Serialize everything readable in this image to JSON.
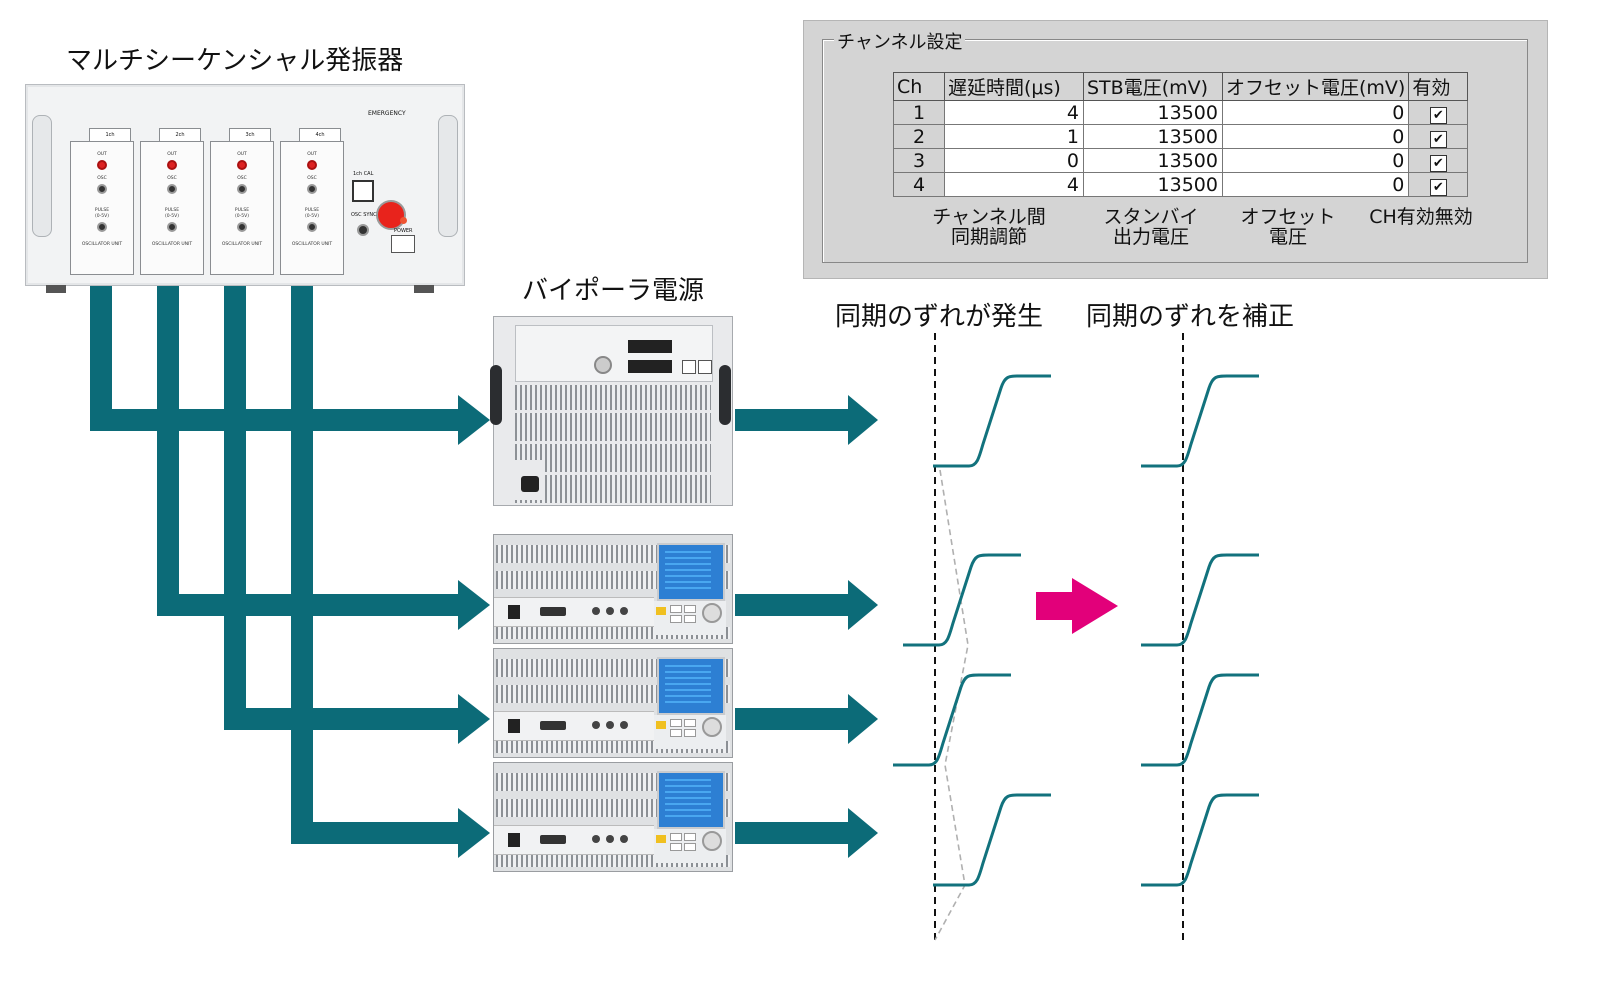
{
  "titles": {
    "oscillator": "マルチシーケンシャル発振器",
    "bipolar": "バイポーラ電源",
    "sync_error": "同期のずれが発生",
    "sync_fixed": "同期のずれを補正"
  },
  "oscillator_device": {
    "units": [
      {
        "tab": "1ch",
        "out": "OUT",
        "osc": "OSC",
        "pulse": "PULSE",
        "pulse_sub": "(0-5V)",
        "name": "OSCILLATOR UNIT"
      },
      {
        "tab": "2ch",
        "out": "OUT",
        "osc": "OSC",
        "pulse": "PULSE",
        "pulse_sub": "(0-5V)",
        "name": "OSCILLATOR UNIT"
      },
      {
        "tab": "3ch",
        "out": "OUT",
        "osc": "OSC",
        "pulse": "PULSE",
        "pulse_sub": "(0-5V)",
        "name": "OSCILLATOR UNIT"
      },
      {
        "tab": "4ch",
        "out": "OUT",
        "osc": "OSC",
        "pulse": "PULSE",
        "pulse_sub": "(0-5V)",
        "name": "OSCILLATOR UNIT"
      }
    ],
    "emergency": "EMERGENCY",
    "cal": "1ch CAL",
    "osc_sync": "OSC SYNC",
    "power": "POWER"
  },
  "panel": {
    "group_title": "チャンネル設定",
    "headers": [
      "Ch",
      "遅延時間(μs)",
      "STB電圧(mV)",
      "オフセット電圧(mV)",
      "有効"
    ],
    "rows": [
      {
        "ch": "1",
        "delay": "4",
        "stb": "13500",
        "offset": "0",
        "enabled": "✔"
      },
      {
        "ch": "2",
        "delay": "1",
        "stb": "13500",
        "offset": "0",
        "enabled": "✔"
      },
      {
        "ch": "3",
        "delay": "0",
        "stb": "13500",
        "offset": "0",
        "enabled": "✔"
      },
      {
        "ch": "4",
        "delay": "4",
        "stb": "13500",
        "offset": "0",
        "enabled": "✔"
      }
    ],
    "captions": [
      {
        "line1": "チャンネル間",
        "line2": "同期調節"
      },
      {
        "line1": "スタンバイ",
        "line2": "出力電圧"
      },
      {
        "line1": "オフセット",
        "line2": "電圧"
      },
      {
        "line1": "CH有効無効",
        "line2": ""
      }
    ]
  },
  "colors": {
    "flow_teal": "#0c6b78",
    "waveform_teal": "#12727d",
    "correction_arrow": "#e2007a",
    "panel_gray": "#d4d4d4"
  },
  "waveforms": {
    "left_delays_us": [
      4,
      1,
      0,
      4
    ],
    "right_delays_us": [
      0,
      0,
      0,
      0
    ]
  }
}
